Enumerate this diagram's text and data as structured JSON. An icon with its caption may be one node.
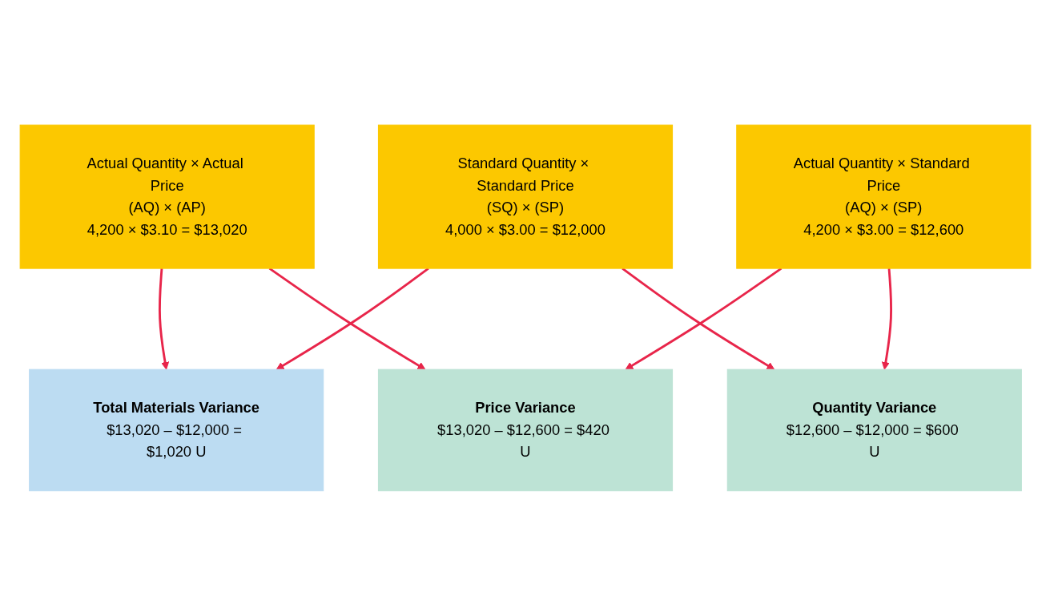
{
  "diagram": {
    "nodes": [
      {
        "text": [
          "Total Materials Variance",
          "$13,020 – $12,000 = $1,020 U"
        ]
      },
      {
        "text": [
          "Actual Quantity × Actual Price",
          "(AQ) × (AP)",
          "4,200 × $3.10 = $13,020"
        ]
      },
      {
        "text": [
          "Actual Quantity × Standard Price",
          "(AQ) × (SP)",
          "4,200 × $3.00 = $12,600"
        ]
      },
      {
        "text": [
          "Standard Quantity × Standard Price",
          "(SQ) × (SP)",
          "4,000 × $3.00 = $12,000"
        ]
      },
      {
        "text": [
          "Price Variance",
          "$13,020 – $12,600 = $420 U"
        ]
      },
      {
        "text": [
          "Quantity Variance",
          "$12,600 – $12,000 = $600 U"
        ]
      }
    ],
    "edges": [
      {
        "from": 1,
        "to": 0,
        "arrow": "to"
      },
      {
        "from": 1,
        "to": 4,
        "arrow": "to"
      },
      {
        "from": 3,
        "to": 0,
        "arrow": "to"
      },
      {
        "from": 2,
        "to": 4,
        "arrow": "to"
      },
      {
        "from": 2,
        "to": 5,
        "arrow": "to"
      },
      {
        "from": 3,
        "to": 5,
        "arrow": "to"
      }
    ]
  }
}
